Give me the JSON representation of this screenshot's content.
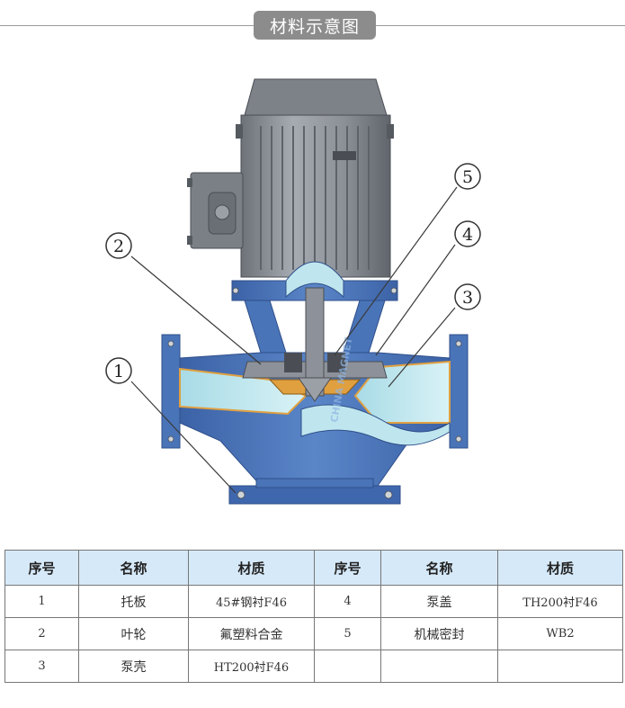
{
  "header": {
    "title": "材料示意图"
  },
  "callouts": [
    "1",
    "2",
    "3",
    "4",
    "5"
  ],
  "watermark": {
    "brand": "CHINA MAGNET"
  },
  "colors": {
    "pump_blue": "#4a74b8",
    "pump_dark": "#2f4f8a",
    "motor_gray": "#8a8f96",
    "liner_light": "#bfe6ee",
    "accent_orange": "#e0a040",
    "header_gray": "#8c8c8c",
    "table_head": "#d6e9f8"
  },
  "table": {
    "headers": [
      "序号",
      "名称",
      "材质",
      "序号",
      "名称",
      "材质"
    ],
    "rows": [
      [
        "1",
        "托板",
        "45#钢衬F46",
        "4",
        "泵盖",
        "TH200衬F46"
      ],
      [
        "2",
        "叶轮",
        "氟塑料合金",
        "5",
        "机械密封",
        "WB2"
      ],
      [
        "3",
        "泵壳",
        "HT200衬F46",
        "",
        "",
        ""
      ]
    ]
  }
}
